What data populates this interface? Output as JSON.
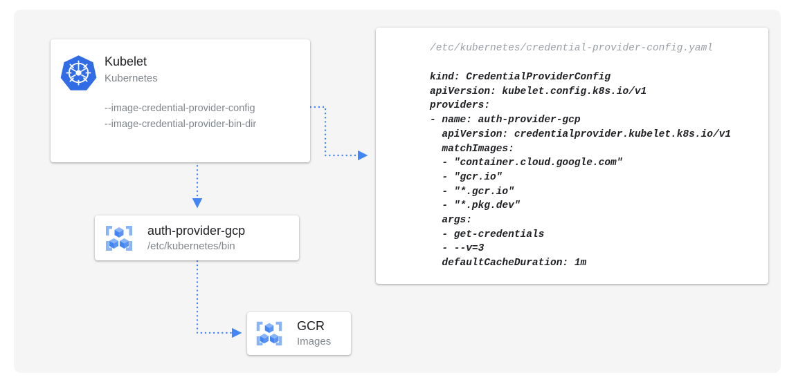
{
  "canvas": {
    "background": "#ffffff",
    "panel_color": "#f5f5f5",
    "accent_color": "#4285f4",
    "text_primary": "#202124",
    "text_secondary": "#80868b"
  },
  "kubelet_card": {
    "icon": "kubernetes-logo-icon",
    "title": "Kubelet",
    "subtitle": "Kubernetes",
    "flags": [
      "--image-credential-provider-config",
      "--image-credential-provider-bin-dir"
    ]
  },
  "auth_provider_card": {
    "icon": "container-registry-icon",
    "title": "auth-provider-gcp",
    "subtitle": "/etc/kubernetes/bin"
  },
  "gcr_card": {
    "icon": "container-registry-icon",
    "title": "GCR",
    "subtitle": "Images"
  },
  "yaml_panel": {
    "filename": "/etc/kubernetes/credential-provider-config.yaml",
    "lines": [
      "kind: CredentialProviderConfig",
      "apiVersion: kubelet.config.k8s.io/v1",
      "providers:",
      "- name: auth-provider-gcp",
      "  apiVersion: credentialprovider.kubelet.k8s.io/v1",
      "  matchImages:",
      "  - \"container.cloud.google.com\"",
      "  - \"gcr.io\"",
      "  - \"*.gcr.io\"",
      "  - \"*.pkg.dev\"",
      "  args:",
      "  - get-credentials",
      "  - --v=3",
      "  defaultCacheDuration: 1m"
    ]
  },
  "connectors": [
    {
      "name": "kubelet-config-to-yaml",
      "style": "dotted",
      "arrow": "right"
    },
    {
      "name": "kubelet-to-auth-provider",
      "style": "dotted",
      "arrow": "down"
    },
    {
      "name": "auth-provider-to-gcr",
      "style": "dotted",
      "arrow": "right"
    }
  ]
}
